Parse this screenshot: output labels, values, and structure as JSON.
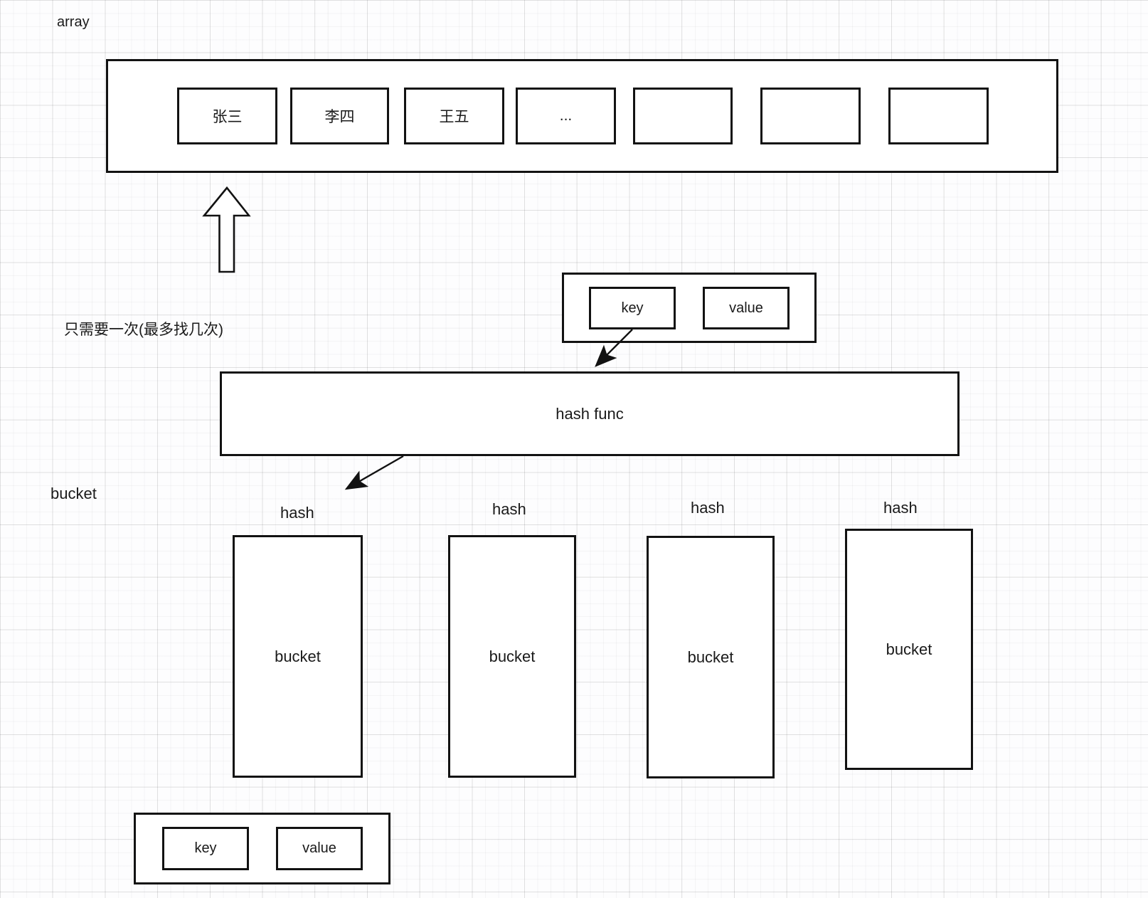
{
  "canvas": {
    "background_color": "#fdfdfe",
    "grid_minor_color": "#f0f0f3",
    "grid_major_color": "#e3e3e8",
    "stroke_color": "#121212"
  },
  "array_section": {
    "label": "array",
    "cells": [
      {
        "label": "张三"
      },
      {
        "label": "李四"
      },
      {
        "label": "王五"
      },
      {
        "label": "..."
      },
      {
        "label": ""
      },
      {
        "label": ""
      },
      {
        "label": ""
      }
    ]
  },
  "note": {
    "text": "只需要一次(最多找几次)"
  },
  "kv_top": {
    "key": "key",
    "value": "value"
  },
  "hash_func": {
    "label": "hash func"
  },
  "bucket_section": {
    "label": "bucket",
    "buckets": [
      {
        "hash_label": "hash",
        "label": "bucket"
      },
      {
        "hash_label": "hash",
        "label": "bucket"
      },
      {
        "hash_label": "hash",
        "label": "bucket"
      },
      {
        "hash_label": "hash",
        "label": "bucket"
      }
    ]
  },
  "kv_bottom": {
    "key": "key",
    "value": "value"
  }
}
